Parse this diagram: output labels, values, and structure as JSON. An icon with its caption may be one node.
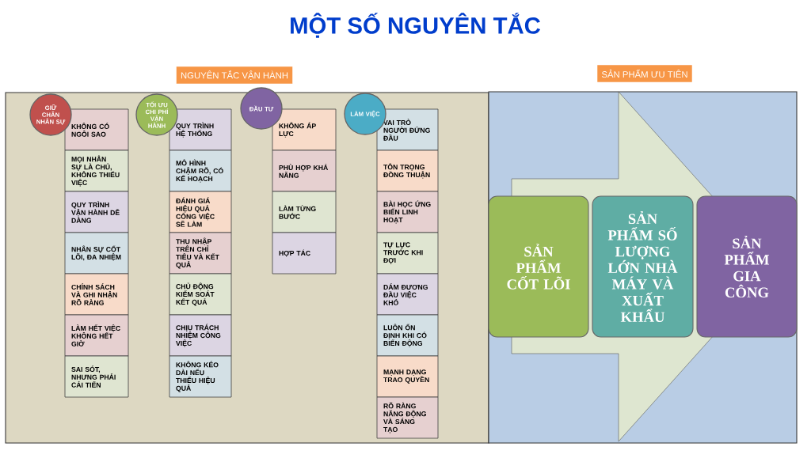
{
  "diagram": {
    "title": "MỘT SỐ NGUYÊN TẮC",
    "nodes": [
      {
        "text": [
          "NGUYÊN TẮC VẬN HÀNH"
        ]
      },
      {
        "text": [
          "GIỮ CHÂN NHÂN SỰ"
        ],
        "in": 0
      },
      {
        "text": [
          "KHÔNG CÓ NGÔI SAO"
        ],
        "in": 0
      },
      {
        "text": [
          "MỌI NHÂN SỰ LÀ CHỦ, KHÔNG THIẾU VIỆC"
        ],
        "in": 0
      },
      {
        "text": [
          "QUY TRÌNH VẬN HÀNH DỄ DÀNG"
        ],
        "in": 0
      },
      {
        "text": [
          "NHÂN SỰ CỐT LÕI, ĐA NHIỆM"
        ],
        "in": 0
      },
      {
        "text": [
          "CHÍNH SÁCH VÀ GHI NHẬN RÕ RÀNG"
        ],
        "in": 0
      },
      {
        "text": [
          "LÀM HẾT VIỆC KHÔNG HẾT GIỜ"
        ],
        "in": 0
      },
      {
        "text": [
          "SAI SÓT, NHƯNG PHẢI CẢI TIẾN"
        ],
        "in": 0
      },
      {
        "text": [
          "TỐI ƯU CHI PHÍ VẬN HÀNH"
        ],
        "in": 0
      },
      {
        "text": [
          "QUY TRÌNH HỆ THỐNG"
        ],
        "in": 0
      },
      {
        "text": [
          "MÔ HÌNH CHẬM RÕ, CÓ KẾ HOẠCH"
        ],
        "in": 0
      },
      {
        "text": [
          "ĐÁNH GIÁ HIỆU QUẢ CÔNG VIỆC SẼ LÀM"
        ],
        "in": 0
      },
      {
        "text": [
          "THU NHẬP TRÊN CHỈ TIÊU VÀ KẾT QUẢ"
        ],
        "in": 0
      },
      {
        "text": [
          "CHỦ ĐỘNG KIỂM SOÁT KẾT QUẢ"
        ],
        "in": 0
      },
      {
        "text": [
          "CHỊU TRÁCH NHIỆM CÔNG VIỆC"
        ],
        "in": 0
      },
      {
        "text": [
          "KHÔNG KÉO DÀI NẾU THIẾU HIỆU QUẢ"
        ],
        "in": 0
      },
      {
        "text": [
          "ĐẦU TƯ"
        ],
        "in": 0
      },
      {
        "text": [
          "KHÔNG ÁP LỰC"
        ],
        "in": 0
      },
      {
        "text": [
          "PHÙ HỢP KHẢ NĂNG"
        ],
        "in": 0
      },
      {
        "text": [
          "LÀM TỪNG BƯỚC"
        ],
        "in": 0
      },
      {
        "text": [
          "HỢP TÁC"
        ],
        "in": 0
      },
      {
        "text": [
          "LÀM VIỆC"
        ],
        "in": 0
      },
      {
        "text": [
          "VAI TRÒ NGƯỜI ĐỨNG ĐẦU"
        ],
        "in": 0
      },
      {
        "text": [
          "TÔN TRỌNG ĐỒNG THUẬN"
        ],
        "in": 0
      },
      {
        "text": [
          "BÀI HỌC ỨNG BIẾN LINH HOẠT"
        ],
        "in": 0
      },
      {
        "text": [
          "TỰ LỰC TRƯỚC KHI ĐỢI"
        ],
        "in": 0
      },
      {
        "text": [
          "DÁM ĐƯƠNG ĐẦU VIỆC KHÓ"
        ],
        "in": 0
      },
      {
        "text": [
          "LUÔN ỔN ĐỊNH KHI CÓ BIẾN ĐỘNG"
        ],
        "in": 0
      },
      {
        "text": [
          "MẠNH DẠNG TRAO QUYỀN"
        ],
        "in": 0
      },
      {
        "text": [
          "RÕ RÀNG NĂNG ĐỘNG VÀ SÁNG TẠO"
        ],
        "in": 0
      },
      {
        "text": [
          "SẢN PHẨM ƯU TIÊN"
        ]
      },
      {
        "text": [
          "SẢN PHẨM CỐT LÕI"
        ],
        "in": 31
      },
      {
        "text": [
          "SẢN PHẨM SỐ LƯỢNG LỚN NHÀ MÁY VÀ XUẤT KHẨU"
        ],
        "in": 31
      },
      {
        "text": [
          "SẢN PHẨM GIA CÔNG"
        ],
        "in": 31
      }
    ],
    "edges": [
      {
        "from": 32,
        "to": 34,
        "arrow": "to"
      }
    ]
  }
}
